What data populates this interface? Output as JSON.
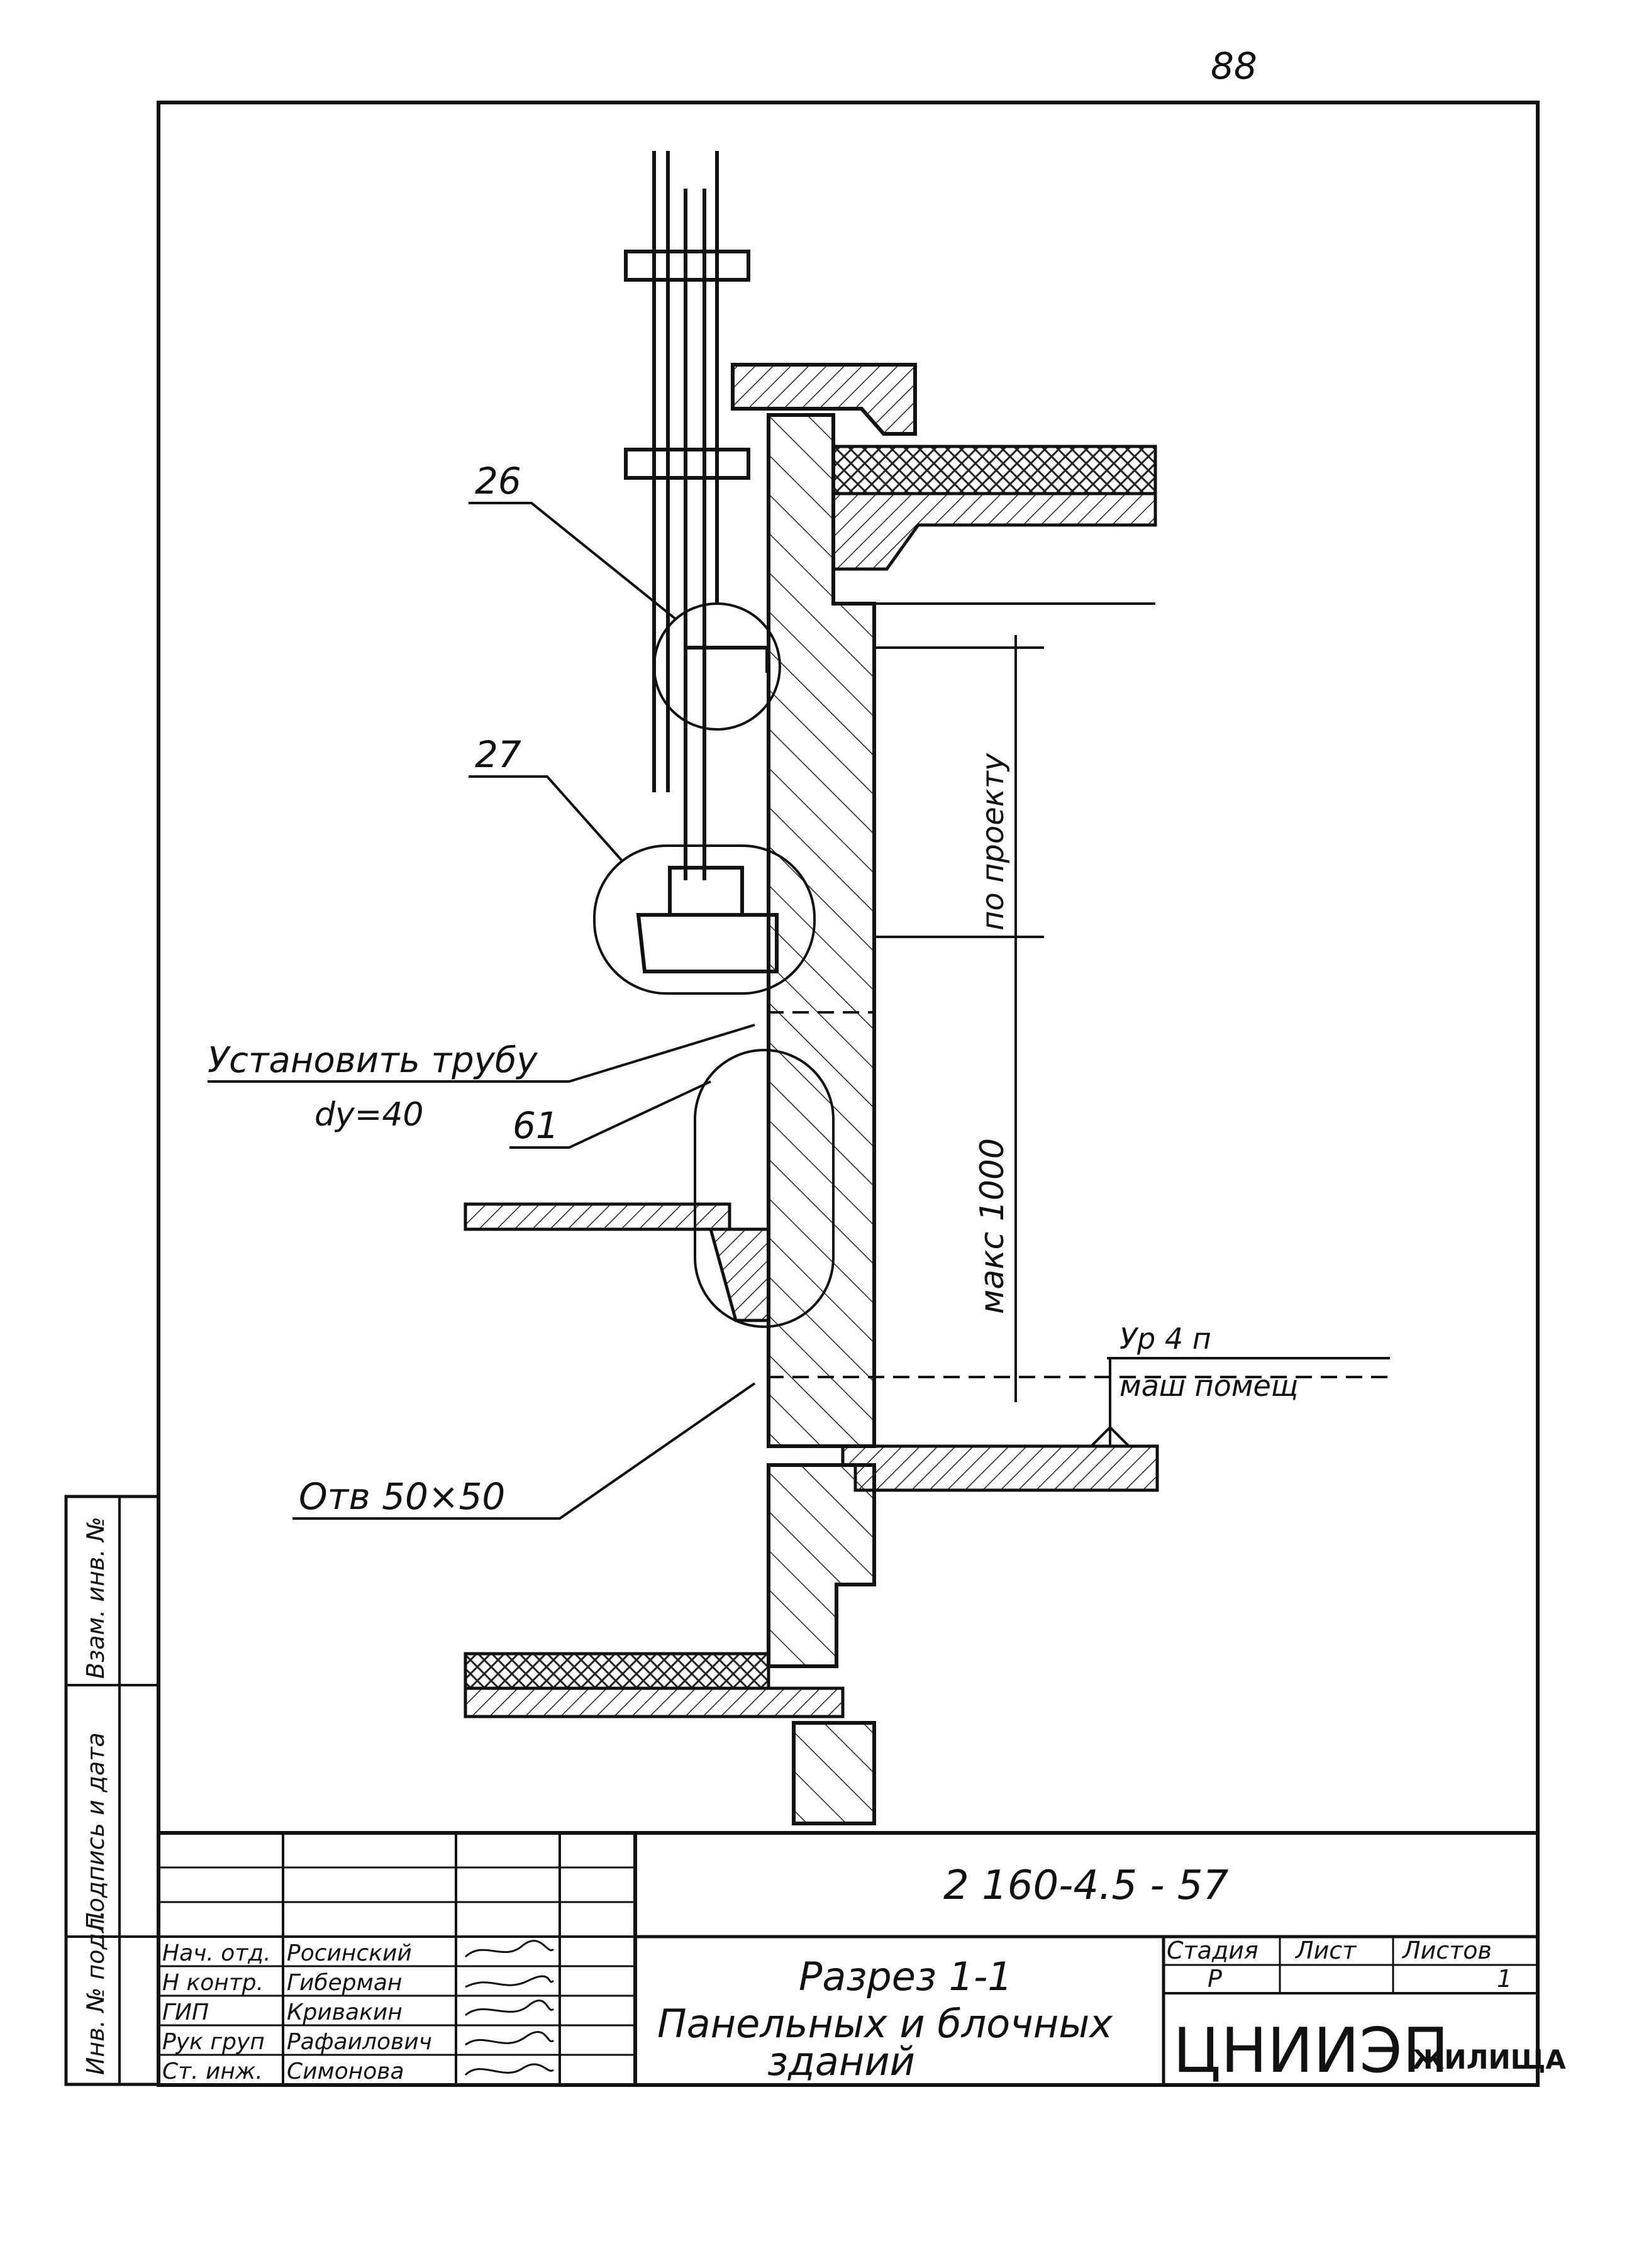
{
  "page_number": "88",
  "callouts": {
    "c26": "26",
    "c27": "27",
    "c61": "61",
    "install_pipe_line1": "Установить трубу",
    "install_pipe_line2": "dy=40",
    "hole": "Отв 50×50"
  },
  "dimensions": {
    "by_project": "по проекту",
    "max": "макс 1000"
  },
  "level_mark": {
    "line1": "Ур 4 п",
    "line2": "маш помещ"
  },
  "side_stamp": {
    "inv_podl": "Инв. № подл.",
    "podpis_data": "Подпись и дата",
    "vzam_inv": "Взам. инв. №"
  },
  "title_block": {
    "document_code": "2 160-4.5 - 57",
    "title_line1": "Разрез 1-1",
    "title_line2": "Панельных и блочных",
    "title_line3": "зданий",
    "stage_header": "Стадия",
    "sheet_header": "Лист",
    "sheets_header": "Листов",
    "stage_value": "Р",
    "sheets_value": "1",
    "org_main": "ЦНИИЭП",
    "org_sub": "ЖИЛИЩА",
    "people": [
      {
        "role": "Нач. отд.",
        "name": "Росинский"
      },
      {
        "role": "Н контр.",
        "name": "Гиберман"
      },
      {
        "role": "ГИП",
        "name": "Кривакин"
      },
      {
        "role": "Рук груп",
        "name": "Рафаилович"
      },
      {
        "role": "Ст. инж.",
        "name": "Симонова"
      }
    ]
  }
}
